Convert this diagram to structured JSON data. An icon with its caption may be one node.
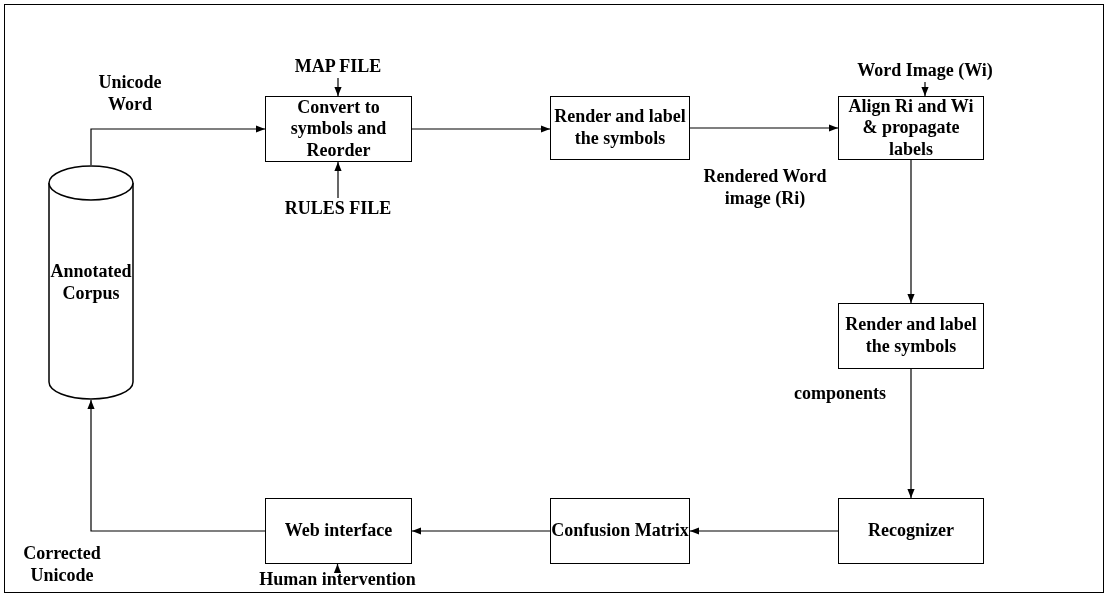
{
  "diagram": {
    "nodes": [
      {
        "text": [
          "Annotated Corpus"
        ]
      },
      {
        "text": [
          "Convert to symbols and Reorder"
        ]
      },
      {
        "text": [
          "Render and label the symbols"
        ]
      },
      {
        "text": [
          "Align Ri and Wi & propagate labels"
        ]
      },
      {
        "text": [
          "Render and label the symbols"
        ]
      },
      {
        "text": [
          "Recognizer"
        ]
      },
      {
        "text": [
          "Confusion Matrix"
        ]
      },
      {
        "text": [
          "Web interface"
        ]
      },
      {
        "text": [
          "MAP FILE"
        ]
      },
      {
        "text": [
          "RULES FILE"
        ]
      },
      {
        "text": [
          "Word Image (Wi)"
        ]
      },
      {
        "text": [
          "Human intervention"
        ]
      }
    ],
    "edges": [
      {
        "from": 0,
        "to": 1,
        "arrow": "to",
        "label": "Unicode Word"
      },
      {
        "from": 1,
        "to": 2,
        "arrow": "to"
      },
      {
        "from": 2,
        "to": 3,
        "arrow": "to",
        "label": "Rendered Word image (Ri)"
      },
      {
        "from": 3,
        "to": 4,
        "arrow": "to"
      },
      {
        "from": 4,
        "to": 5,
        "arrow": "to",
        "label": "components"
      },
      {
        "from": 5,
        "to": 6,
        "arrow": "to"
      },
      {
        "from": 6,
        "to": 7,
        "arrow": "to"
      },
      {
        "from": 7,
        "to": 0,
        "arrow": "to",
        "label": "Corrected Unicode"
      },
      {
        "from": 8,
        "to": 1,
        "arrow": "to"
      },
      {
        "from": 9,
        "to": 1,
        "arrow": "to"
      },
      {
        "from": 10,
        "to": 3,
        "arrow": "to"
      },
      {
        "from": 11,
        "to": 7,
        "arrow": "to"
      }
    ]
  }
}
